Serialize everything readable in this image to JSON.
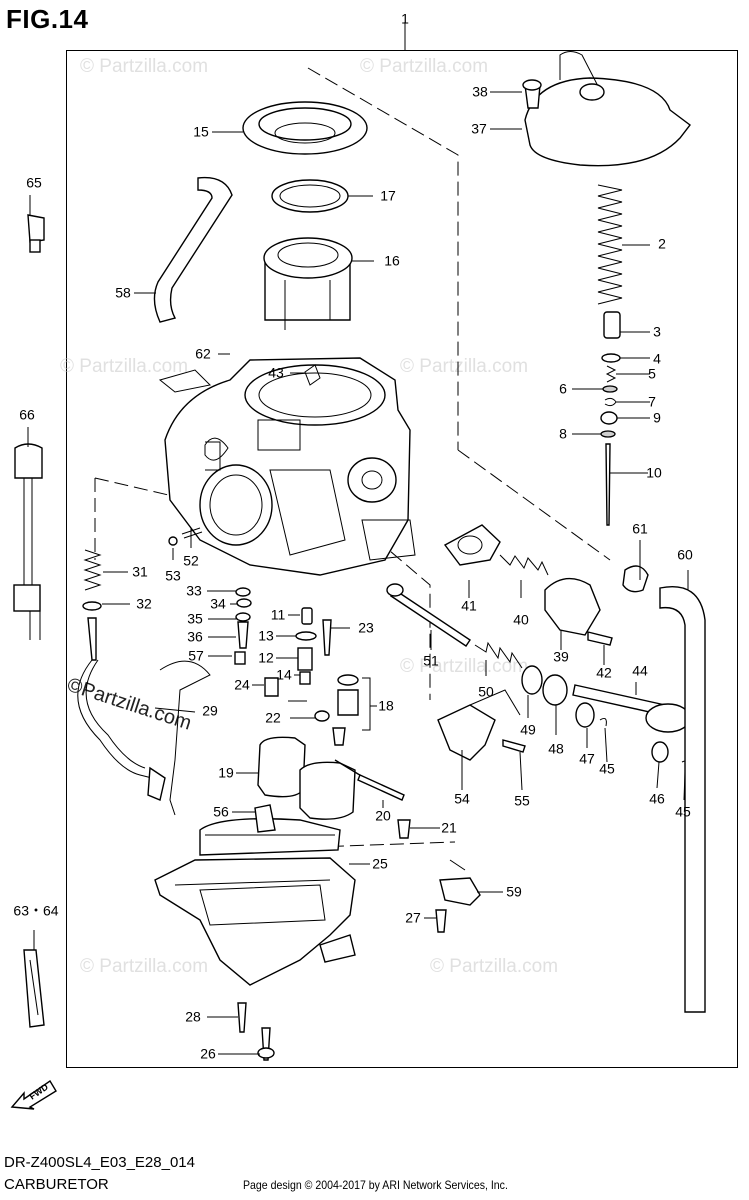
{
  "figure": {
    "title": "FIG.14",
    "code": "DR-Z400SL4_E03_E28_014",
    "subtitle": "CARBURETOR",
    "credit": "Page design © 2004-2017 by ARI Network Services, Inc.",
    "watermark_text": "© Partzilla.com",
    "watermark_large": "©Partzilla.com",
    "fwd_label": "FWD"
  },
  "callouts": [
    {
      "id": "c1",
      "label": "1"
    },
    {
      "id": "c2",
      "label": "2"
    },
    {
      "id": "c3",
      "label": "3"
    },
    {
      "id": "c4",
      "label": "4"
    },
    {
      "id": "c5",
      "label": "5"
    },
    {
      "id": "c6",
      "label": "6"
    },
    {
      "id": "c7",
      "label": "7"
    },
    {
      "id": "c8",
      "label": "8"
    },
    {
      "id": "c9",
      "label": "9"
    },
    {
      "id": "c10",
      "label": "10"
    },
    {
      "id": "c11",
      "label": "11"
    },
    {
      "id": "c12",
      "label": "12"
    },
    {
      "id": "c13",
      "label": "13"
    },
    {
      "id": "c14",
      "label": "14"
    },
    {
      "id": "c15",
      "label": "15"
    },
    {
      "id": "c16",
      "label": "16"
    },
    {
      "id": "c17",
      "label": "17"
    },
    {
      "id": "c18",
      "label": "18"
    },
    {
      "id": "c19",
      "label": "19"
    },
    {
      "id": "c20",
      "label": "20"
    },
    {
      "id": "c21",
      "label": "21"
    },
    {
      "id": "c22",
      "label": "22"
    },
    {
      "id": "c23",
      "label": "23"
    },
    {
      "id": "c24",
      "label": "24"
    },
    {
      "id": "c25",
      "label": "25"
    },
    {
      "id": "c26",
      "label": "26"
    },
    {
      "id": "c27",
      "label": "27"
    },
    {
      "id": "c28",
      "label": "28"
    },
    {
      "id": "c29",
      "label": "29"
    },
    {
      "id": "c31",
      "label": "31"
    },
    {
      "id": "c32",
      "label": "32"
    },
    {
      "id": "c33",
      "label": "33"
    },
    {
      "id": "c34",
      "label": "34"
    },
    {
      "id": "c35",
      "label": "35"
    },
    {
      "id": "c36",
      "label": "36"
    },
    {
      "id": "c37",
      "label": "37"
    },
    {
      "id": "c38",
      "label": "38"
    },
    {
      "id": "c39",
      "label": "39"
    },
    {
      "id": "c40",
      "label": "40"
    },
    {
      "id": "c41",
      "label": "41"
    },
    {
      "id": "c42",
      "label": "42"
    },
    {
      "id": "c43",
      "label": "43"
    },
    {
      "id": "c44",
      "label": "44"
    },
    {
      "id": "c45a",
      "label": "45"
    },
    {
      "id": "c45b",
      "label": "45"
    },
    {
      "id": "c46",
      "label": "46"
    },
    {
      "id": "c47",
      "label": "47"
    },
    {
      "id": "c48",
      "label": "48"
    },
    {
      "id": "c49",
      "label": "49"
    },
    {
      "id": "c50",
      "label": "50"
    },
    {
      "id": "c51",
      "label": "51"
    },
    {
      "id": "c52",
      "label": "52"
    },
    {
      "id": "c53",
      "label": "53"
    },
    {
      "id": "c54",
      "label": "54"
    },
    {
      "id": "c55",
      "label": "55"
    },
    {
      "id": "c56",
      "label": "56"
    },
    {
      "id": "c57",
      "label": "57"
    },
    {
      "id": "c58",
      "label": "58"
    },
    {
      "id": "c59",
      "label": "59"
    },
    {
      "id": "c60",
      "label": "60"
    },
    {
      "id": "c61",
      "label": "61"
    },
    {
      "id": "c62",
      "label": "62"
    },
    {
      "id": "c63",
      "label": "63・64"
    },
    {
      "id": "c65",
      "label": "65"
    },
    {
      "id": "c66",
      "label": "66"
    }
  ]
}
